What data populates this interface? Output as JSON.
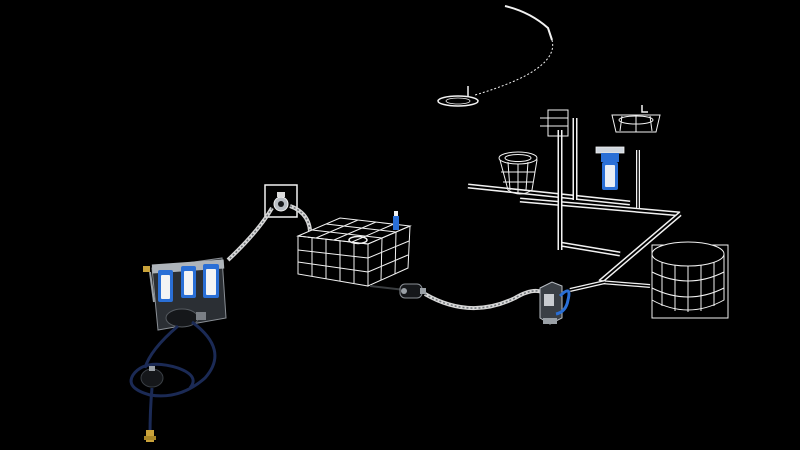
{
  "scene": {
    "background": "#000000"
  },
  "colors": {
    "wireframe": "#f2f2f2",
    "hose_light": "#d8d8d8",
    "hose_dark": "#1b2a55",
    "filter_blue": "#2a6fd6",
    "filter_white": "#f4f4f4",
    "metal": "#9aa0a6",
    "brass": "#c9a23a",
    "dark_part": "#15171a"
  },
  "components": [
    {
      "id": "inlet-hose",
      "icon": "coiled-hose-icon"
    },
    {
      "id": "pressure-accumulator",
      "icon": "accumulator-ball-icon"
    },
    {
      "id": "filter-unit",
      "icon": "triple-filter-icon"
    },
    {
      "id": "wall-faucet",
      "icon": "faucet-icon"
    },
    {
      "id": "water-tank",
      "icon": "wireframe-tank-icon"
    },
    {
      "id": "tank-pump",
      "icon": "pump-icon"
    },
    {
      "id": "pressure-switch",
      "icon": "pressure-switch-icon"
    },
    {
      "id": "shower-head",
      "icon": "shower-head-icon"
    },
    {
      "id": "washbasin",
      "icon": "sink-icon"
    },
    {
      "id": "toilet",
      "icon": "toilet-icon"
    },
    {
      "id": "single-filter",
      "icon": "single-filter-icon"
    },
    {
      "id": "round-basin",
      "icon": "round-basin-icon"
    },
    {
      "id": "pipe-network",
      "icon": "pipe-icon"
    }
  ]
}
